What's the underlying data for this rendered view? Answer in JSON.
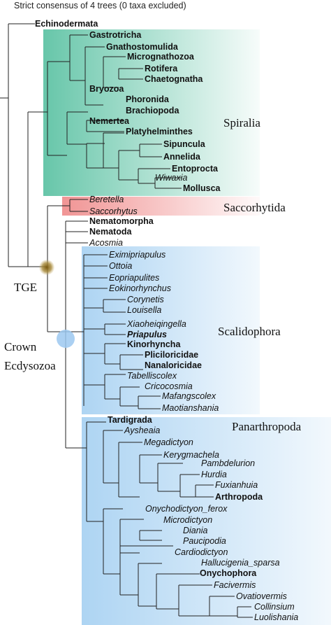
{
  "caption": "Strict consensus of 4 trees (0 taxa excluded)",
  "clades": {
    "spiralia": "Spiralia",
    "saccorhytida": "Saccorhytida",
    "scalidophora": "Scalidophora",
    "panarthropoda": "Panarthropoda"
  },
  "nodes": {
    "tge": "TGE",
    "crown_line1": "Crown",
    "crown_line2": "Ecdysozoa"
  },
  "colors": {
    "spiralia_box": "#5fc3a5",
    "saccorhytida_box": "#f08f8f",
    "ecdysozoa_box": "#a9d2f2",
    "tge_marker": "#8a6a1c",
    "crown_marker": "#9cc8f0"
  },
  "taxa": [
    {
      "name": "Echinodermata",
      "style": "bold"
    },
    {
      "name": "Gastrotricha",
      "style": "bold"
    },
    {
      "name": "Gnathostomulida",
      "style": "bold"
    },
    {
      "name": "Micrognathozoa",
      "style": "bold"
    },
    {
      "name": "Rotifera",
      "style": "bold"
    },
    {
      "name": "Chaetognatha",
      "style": "bold"
    },
    {
      "name": "Bryozoa",
      "style": "bold"
    },
    {
      "name": "Phoronida",
      "style": "bold"
    },
    {
      "name": "Brachiopoda",
      "style": "bold"
    },
    {
      "name": "Nemertea",
      "style": "bold"
    },
    {
      "name": "Platyhelminthes",
      "style": "bold"
    },
    {
      "name": "Sipuncula",
      "style": "bold"
    },
    {
      "name": "Annelida",
      "style": "bold"
    },
    {
      "name": "Entoprocta",
      "style": "bold"
    },
    {
      "name": "Wiwaxia",
      "style": "italic"
    },
    {
      "name": "Mollusca",
      "style": "bold"
    },
    {
      "name": "Beretella",
      "style": "italic"
    },
    {
      "name": "Saccorhytus",
      "style": "italic"
    },
    {
      "name": "Nematomorpha",
      "style": "bold"
    },
    {
      "name": "Nematoda",
      "style": "bold"
    },
    {
      "name": "Acosmia",
      "style": "italic"
    },
    {
      "name": "Eximipriapulus",
      "style": "italic"
    },
    {
      "name": "Ottoia",
      "style": "italic"
    },
    {
      "name": "Eopriapulites",
      "style": "italic"
    },
    {
      "name": "Eokinorhynchus",
      "style": "italic"
    },
    {
      "name": "Corynetis",
      "style": "italic"
    },
    {
      "name": "Louisella",
      "style": "italic"
    },
    {
      "name": "Xiaoheiqingella",
      "style": "italic"
    },
    {
      "name": "Priapulus",
      "style": "bold-italic"
    },
    {
      "name": "Kinorhyncha",
      "style": "bold"
    },
    {
      "name": "Pliciloricidae",
      "style": "bold"
    },
    {
      "name": "Nanaloricidae",
      "style": "bold"
    },
    {
      "name": "Tabelliscolex",
      "style": "italic"
    },
    {
      "name": "Cricocosmia",
      "style": "italic"
    },
    {
      "name": "Mafangscolex",
      "style": "italic"
    },
    {
      "name": "Maotianshania",
      "style": "italic"
    },
    {
      "name": "Tardigrada",
      "style": "bold"
    },
    {
      "name": "Aysheaia",
      "style": "italic"
    },
    {
      "name": "Megadictyon",
      "style": "italic"
    },
    {
      "name": "Kerygmachela",
      "style": "italic"
    },
    {
      "name": "Pambdelurion",
      "style": "italic"
    },
    {
      "name": "Hurdia",
      "style": "italic"
    },
    {
      "name": "Fuxianhuia",
      "style": "italic"
    },
    {
      "name": "Arthropoda",
      "style": "bold"
    },
    {
      "name": "Onychodictyon_ferox",
      "style": "italic"
    },
    {
      "name": "Microdictyon",
      "style": "italic"
    },
    {
      "name": "Diania",
      "style": "italic"
    },
    {
      "name": "Paucipodia",
      "style": "italic"
    },
    {
      "name": "Cardiodictyon",
      "style": "italic"
    },
    {
      "name": "Hallucigenia_sparsa",
      "style": "italic"
    },
    {
      "name": "Onychophora",
      "style": "bold"
    },
    {
      "name": "Facivermis",
      "style": "italic"
    },
    {
      "name": "Ovatiovermis",
      "style": "italic"
    },
    {
      "name": "Collinsium",
      "style": "italic"
    },
    {
      "name": "Luolishania",
      "style": "italic"
    }
  ]
}
